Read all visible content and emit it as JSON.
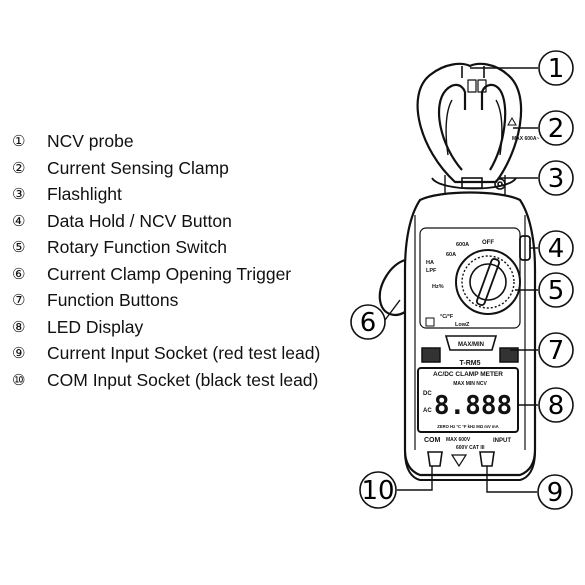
{
  "legend": [
    {
      "num": "①",
      "label": "NCV probe"
    },
    {
      "num": "②",
      "label": "Current Sensing Clamp"
    },
    {
      "num": "③",
      "label": "Flashlight"
    },
    {
      "num": "④",
      "label": "Data Hold / NCV Button"
    },
    {
      "num": "⑤",
      "label": "Rotary Function Switch"
    },
    {
      "num": "⑥",
      "label": "Current Clamp Opening Trigger"
    },
    {
      "num": "⑦",
      "label": "Function Buttons"
    },
    {
      "num": "⑧",
      "label": "LED Display"
    },
    {
      "num": "⑨",
      "label": "Current Input Socket (red test lead)"
    },
    {
      "num": "⑩",
      "label": "COM Input Socket (black test lead)"
    }
  ],
  "callouts": [
    "1",
    "2",
    "3",
    "4",
    "5",
    "6",
    "7",
    "8",
    "9",
    "10"
  ],
  "device": {
    "model_label": "T-RM5",
    "display_header": "AC/DC CLAMP METER",
    "display_status_row": "MAX MIN NCV",
    "display_digits": "8.888",
    "display_bottom_row": "ZERO Hz °C °F kHz MΩ mV mA",
    "dc_label": "DC",
    "ac_label": "AC",
    "maxmin_button": "MAX/MIN",
    "dial_off": "OFF",
    "dial_600a": "600A",
    "dial_60a": "60A",
    "dial_ha": "HA",
    "dial_lpf": "LPF",
    "dial_hz": "Hz%",
    "dial_temp": "°C/°F",
    "dial_lowz": "LowZ",
    "com_label": "COM",
    "input_label": "INPUT",
    "rating_line1": "MAX 600V",
    "rating_line2": "600V CAT III",
    "clamp_rating": "MAX 600A~"
  }
}
